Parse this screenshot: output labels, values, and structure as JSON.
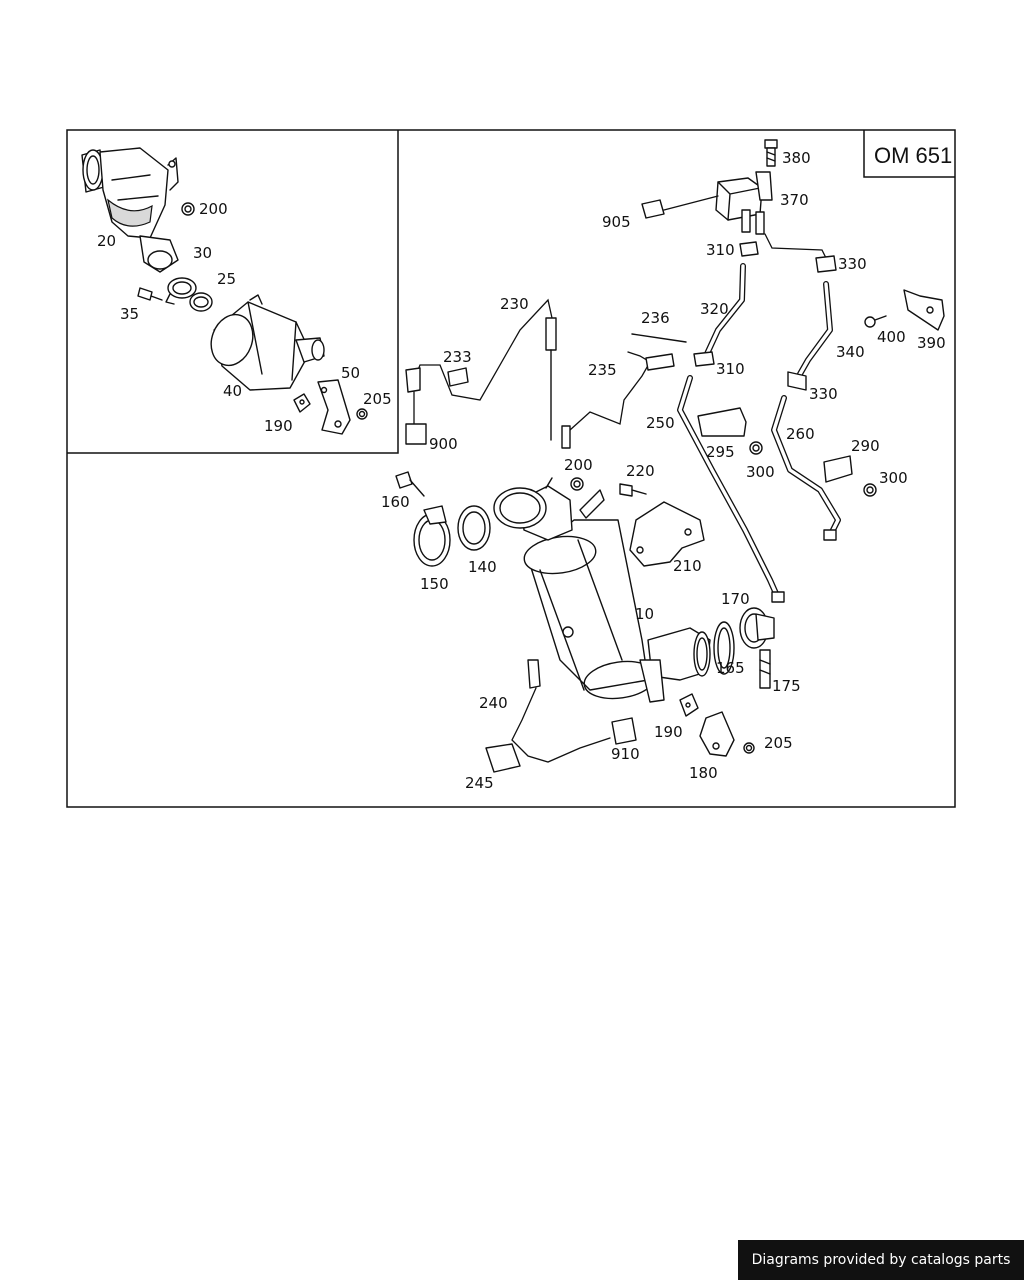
{
  "model_label": "OM 651",
  "credit_text": "Diagrams provided by catalogs parts",
  "callouts": [
    {
      "id": "c380",
      "text": "380"
    },
    {
      "id": "c370",
      "text": "370"
    },
    {
      "id": "c905",
      "text": "905"
    },
    {
      "id": "c310a",
      "text": "310"
    },
    {
      "id": "c330a",
      "text": "330"
    },
    {
      "id": "c320",
      "text": "320"
    },
    {
      "id": "c236",
      "text": "236"
    },
    {
      "id": "c230",
      "text": "230"
    },
    {
      "id": "c233",
      "text": "233"
    },
    {
      "id": "c235",
      "text": "235"
    },
    {
      "id": "c310b",
      "text": "310"
    },
    {
      "id": "c340",
      "text": "340"
    },
    {
      "id": "c400",
      "text": "400"
    },
    {
      "id": "c390",
      "text": "390"
    },
    {
      "id": "c330b",
      "text": "330"
    },
    {
      "id": "c250",
      "text": "250"
    },
    {
      "id": "c260",
      "text": "260"
    },
    {
      "id": "c295",
      "text": "295"
    },
    {
      "id": "c290",
      "text": "290"
    },
    {
      "id": "c300a",
      "text": "300"
    },
    {
      "id": "c300b",
      "text": "300"
    },
    {
      "id": "c900",
      "text": "900"
    },
    {
      "id": "c200b",
      "text": "200"
    },
    {
      "id": "c220",
      "text": "220"
    },
    {
      "id": "c160",
      "text": "160"
    },
    {
      "id": "c150",
      "text": "150"
    },
    {
      "id": "c140",
      "text": "140"
    },
    {
      "id": "c210",
      "text": "210"
    },
    {
      "id": "c10",
      "text": "10"
    },
    {
      "id": "c170",
      "text": "170"
    },
    {
      "id": "c165",
      "text": "165"
    },
    {
      "id": "c175",
      "text": "175"
    },
    {
      "id": "c240",
      "text": "240"
    },
    {
      "id": "c190b",
      "text": "190"
    },
    {
      "id": "c205b",
      "text": "205"
    },
    {
      "id": "c910",
      "text": "910"
    },
    {
      "id": "c180",
      "text": "180"
    },
    {
      "id": "c245",
      "text": "245"
    },
    {
      "id": "c200a",
      "text": "200"
    },
    {
      "id": "c20",
      "text": "20"
    },
    {
      "id": "c30",
      "text": "30"
    },
    {
      "id": "c25",
      "text": "25"
    },
    {
      "id": "c35",
      "text": "35"
    },
    {
      "id": "c50",
      "text": "50"
    },
    {
      "id": "c40",
      "text": "40"
    },
    {
      "id": "c205a",
      "text": "205"
    },
    {
      "id": "c190a",
      "text": "190"
    }
  ]
}
